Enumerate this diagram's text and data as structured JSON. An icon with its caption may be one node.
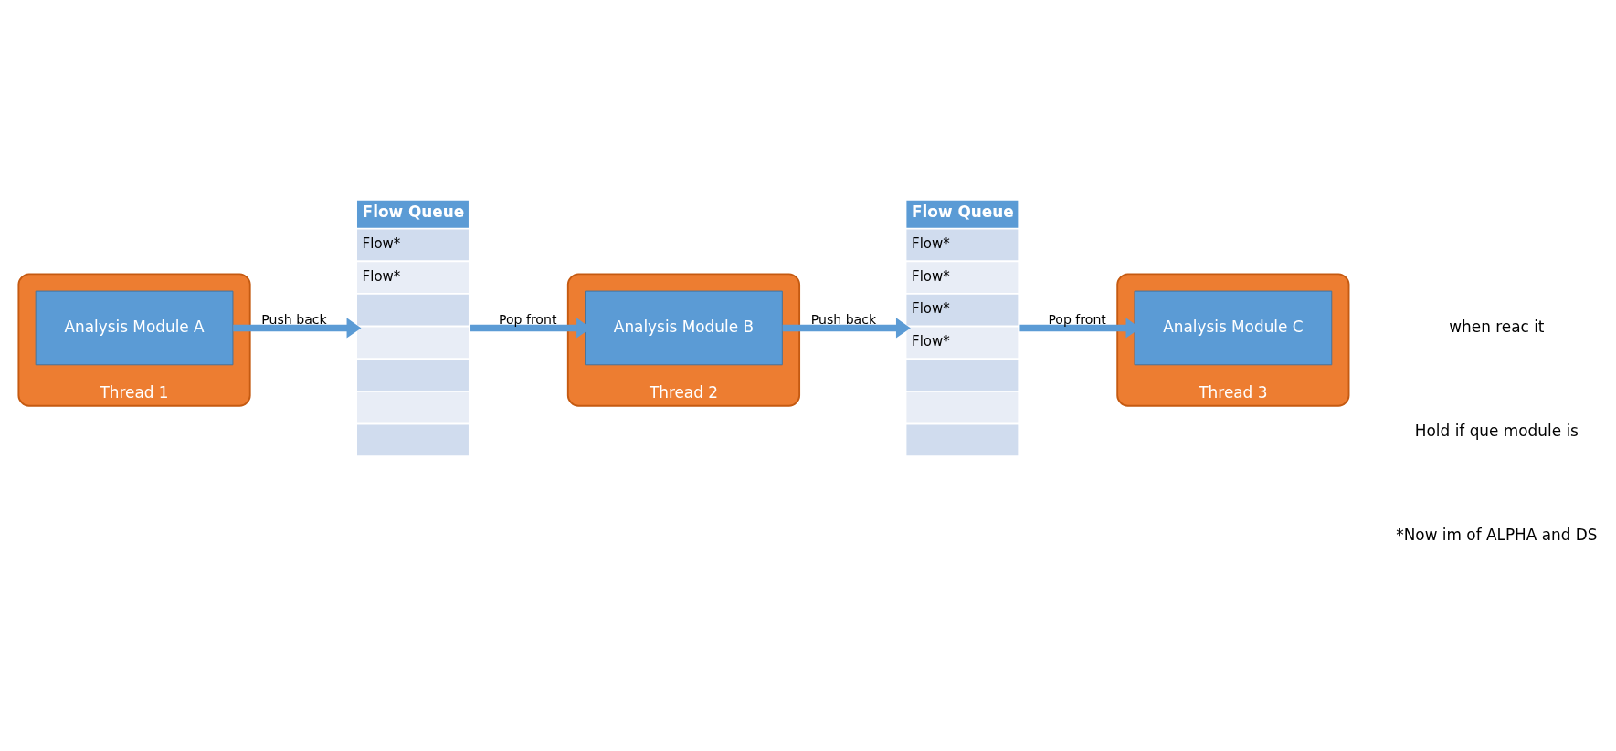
{
  "diagram": {
    "nodes": [
      {
        "text": [
          "Thread 1"
        ]
      },
      {
        "text": [
          "Analysis Module A"
        ],
        "in": 0
      },
      {
        "text": [
          "Flow Queue",
          "Flow*",
          "Flow*"
        ]
      },
      {
        "text": [
          "Thread 2"
        ]
      },
      {
        "text": [
          "Analysis Module B"
        ],
        "in": 3
      },
      {
        "text": [
          "Flow Queue",
          "Flow*",
          "Flow*",
          "Flow*",
          "Flow*"
        ]
      },
      {
        "text": [
          "Thread 3"
        ]
      },
      {
        "text": [
          "Analysis Module C"
        ],
        "in": 6
      }
    ],
    "edges": [
      {
        "from": 1,
        "to": 2,
        "arrow": "to",
        "label": "Push back"
      },
      {
        "from": 2,
        "to": 4,
        "arrow": "to",
        "label": "Pop front"
      },
      {
        "from": 4,
        "to": 5,
        "arrow": "to",
        "label": "Push back"
      },
      {
        "from": 5,
        "to": 7,
        "arrow": "to",
        "label": "Pop front"
      }
    ],
    "labels": [
      "when reac it",
      "Hold if que module is",
      "*Now im of ALPHA and DS"
    ]
  }
}
